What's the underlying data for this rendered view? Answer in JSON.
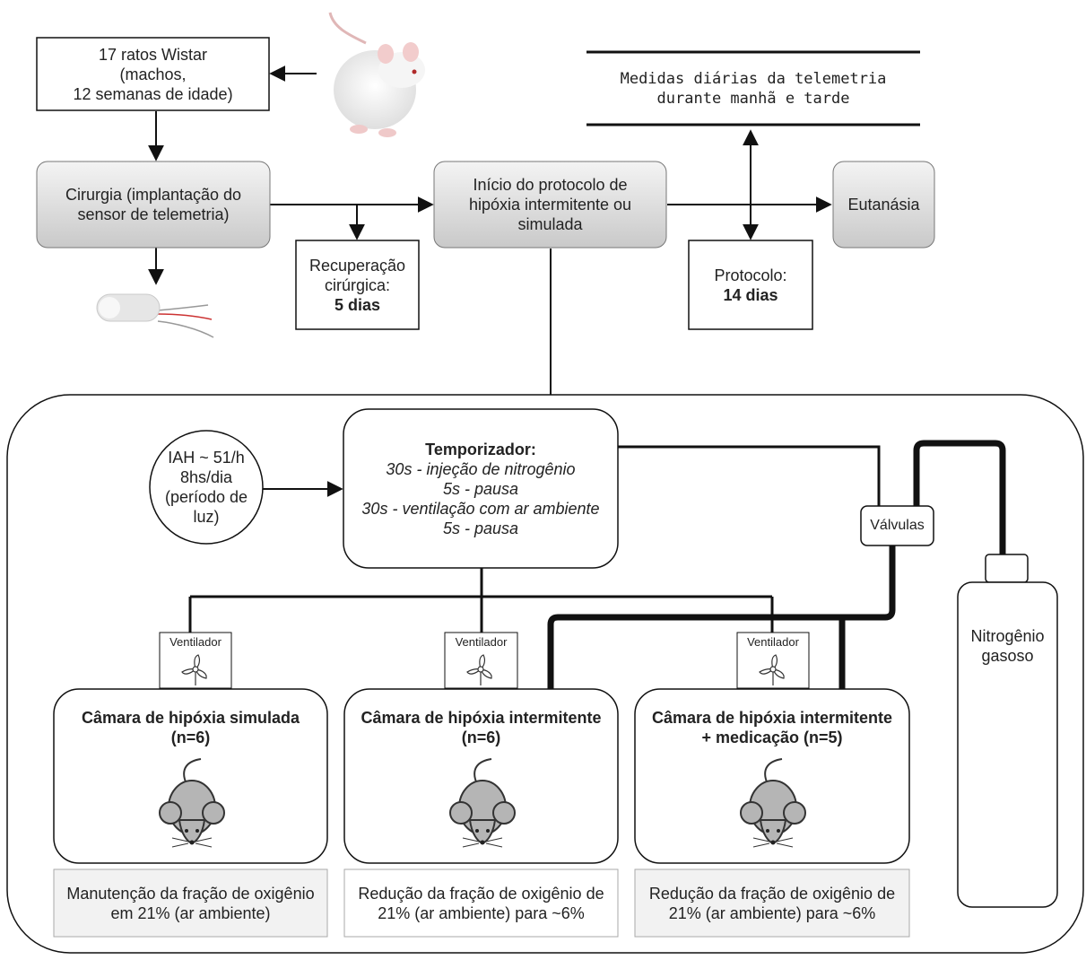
{
  "nodes": {
    "rats": [
      "17 ratos Wistar",
      "(machos,",
      "12 semanas de idade)"
    ],
    "surgery": [
      "Cirurgia (implantação do",
      "sensor de telemetria)"
    ],
    "recovery": [
      "Recuperação",
      "cirúrgica:"
    ],
    "recovery_bold": "5 dias",
    "protocol_start": [
      "Início do protocolo de",
      "hipóxia intermitente ou",
      "simulada"
    ],
    "telemetry": [
      "Medidas diárias da telemetria",
      "durante manhã e tarde"
    ],
    "protocol": "Protocolo:",
    "protocol_bold": "14 dias",
    "euthanasia": "Eutanásia",
    "iah": [
      "IAH ~ 51/h",
      "8hs/dia",
      "(período de",
      "luz)"
    ],
    "timer_title": "Temporizador:",
    "timer_lines": [
      "30s - injeção de nitrogênio",
      "5s - pausa",
      "30s - ventilação com ar ambiente",
      "5s - pausa"
    ],
    "valves": "Válvulas",
    "nitrogen": [
      "Nitrogênio",
      "gasoso"
    ],
    "fan_label": "Ventilador",
    "chambers": [
      {
        "title": [
          "Câmara de hipóxia simulada",
          "(n=6)"
        ],
        "note": [
          "Manutenção da fração de oxigênio",
          "em 21% (ar ambiente)"
        ]
      },
      {
        "title": [
          "Câmara de hipóxia intermitente",
          "(n=6)"
        ],
        "note": [
          "Redução da fração de oxigênio de",
          "21% (ar ambiente) para ~6%"
        ]
      },
      {
        "title": [
          "Câmara de hipóxia intermitente",
          "+ medicação (n=5)"
        ],
        "note": [
          "Redução da fração de oxigênio de",
          "21% (ar ambiente) para ~6%"
        ]
      }
    ]
  },
  "colors": {
    "line": "#111111",
    "box_gray_top": "#f2f2f2",
    "box_gray_bottom": "#cfcfcf",
    "note_fill": "#f2f2f2",
    "mouse_fill": "#b5b5b5"
  }
}
